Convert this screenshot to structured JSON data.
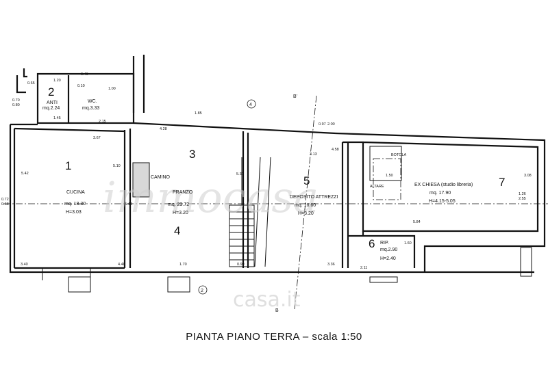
{
  "title": "PIANTA PIANO TERRA – scala 1:50",
  "watermark": {
    "brand": "immocasa",
    "site": "casa.it"
  },
  "section_marks": {
    "top": "B'",
    "bottom": "B"
  },
  "circle_marks": [
    "4",
    "2"
  ],
  "rooms": [
    {
      "num": "1",
      "name": "CUCINA",
      "area": "mq. 18.30",
      "height": "H=3.03"
    },
    {
      "num": "2",
      "name": "ANTI",
      "area": "mq.2.24"
    },
    {
      "num": "",
      "name": "WC.",
      "area": "mq.3.33"
    },
    {
      "num": "3",
      "name": "PRANZO",
      "area": "mq. 23.72",
      "height": "H=3.20"
    },
    {
      "num": "4"
    },
    {
      "num": "5",
      "name": "DEPOSITO ATTREZZI",
      "area": "mq. 16.60",
      "height": "H=3.20"
    },
    {
      "num": "6",
      "name": "RIP.",
      "area": "mq.2.90",
      "height": "H=2.40"
    },
    {
      "num": "7",
      "name": "EX CHIESA (studio libreria)",
      "area": "mq. 17.90",
      "height": "H=4.15-5.05"
    }
  ],
  "labels": {
    "camino": "CAMINO",
    "botola": "BOTOLA",
    "altare": "ALTARE"
  },
  "dims": {
    "d065": "0.65",
    "d070": "0.70",
    "d080": "0.80",
    "d120": "1.20",
    "d010": "0.10",
    "d040": "0.40",
    "d100": "1.00",
    "d145": "1.45",
    "d215": "2.15",
    "d367": "3.67",
    "d428": "4.28",
    "d313": "3.13",
    "d458": "4.58",
    "d542": "5.42",
    "d340": "3.40",
    "d448": "4.48",
    "d090": "0.90",
    "d336": "3.36",
    "d211": "2.11",
    "d584": "5.84",
    "d531": "5.31",
    "d510": "5.10",
    "d544": "5.44",
    "d150": "1.50",
    "d308": "3.08",
    "d126": "1.26",
    "d255": "2.55",
    "d072": "0.72",
    "d068": "0.68",
    "d097": "0.97",
    "d200": "2.00",
    "d185": "1.85",
    "d170": "1.70",
    "d160": "1.60"
  }
}
